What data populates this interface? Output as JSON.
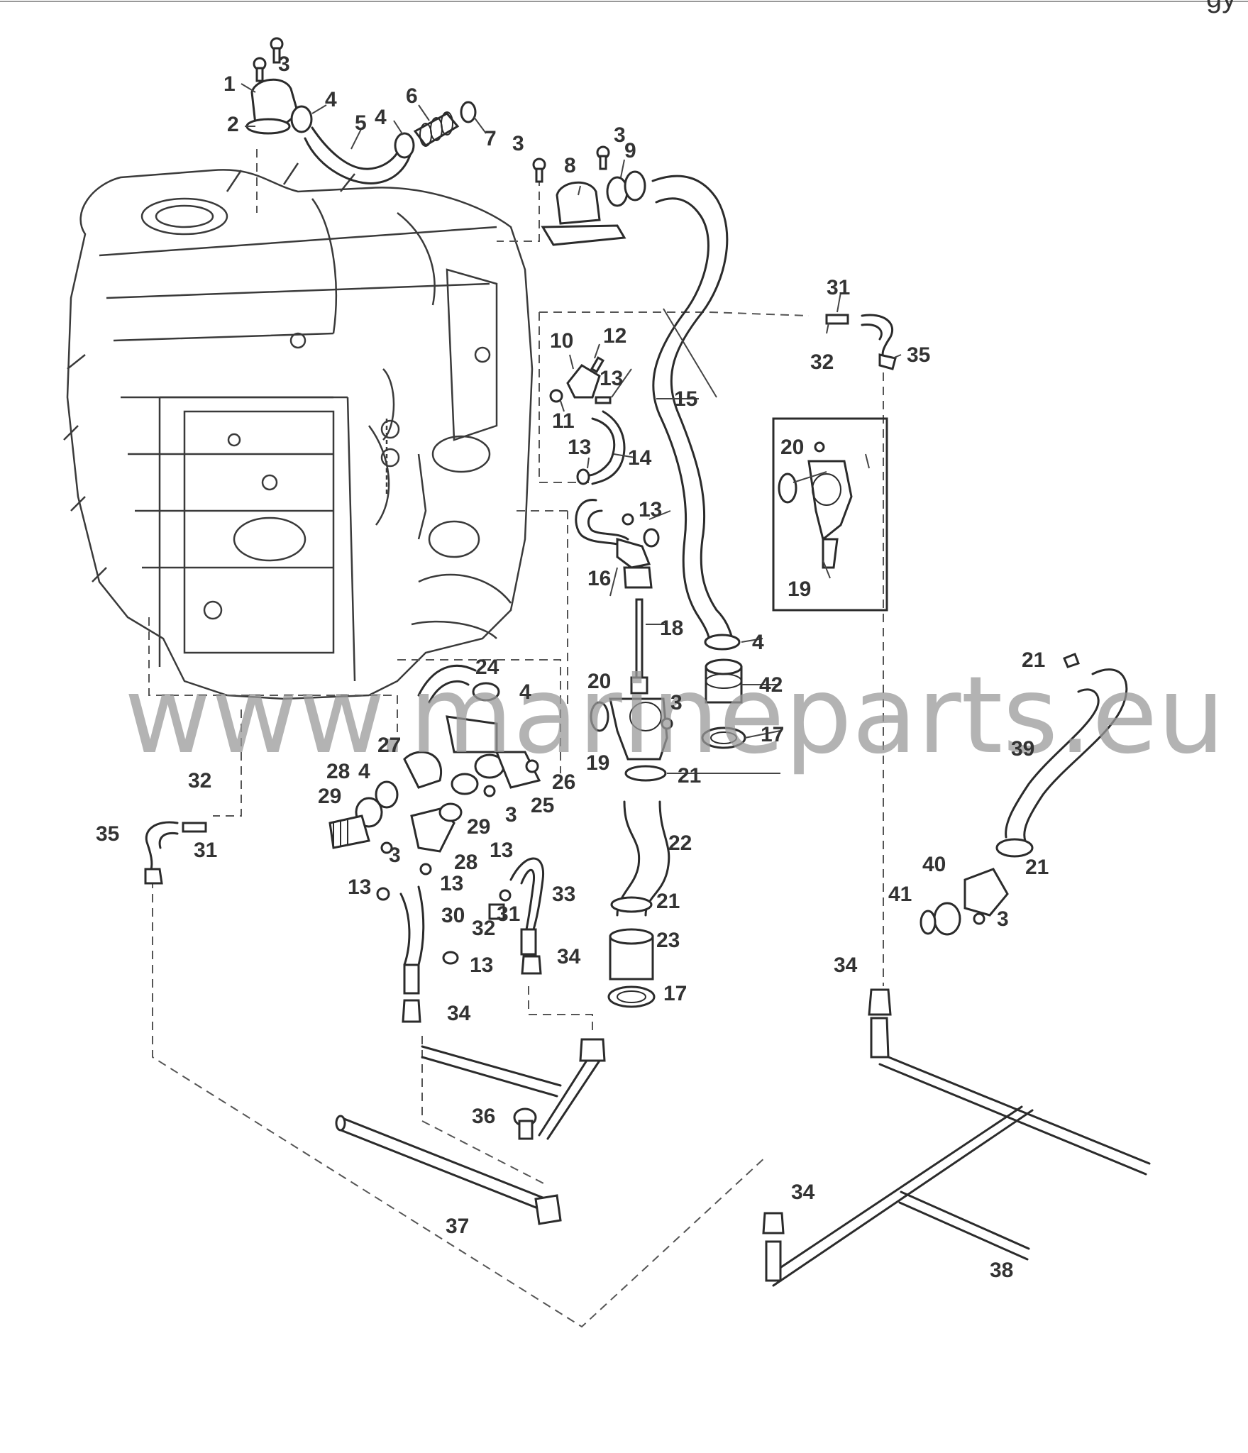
{
  "header_fragment": "gy",
  "watermark": "www.marineparts.eu",
  "callouts": [
    "1",
    "2",
    "3",
    "4",
    "5",
    "6",
    "7",
    "8",
    "9",
    "10",
    "11",
    "12",
    "13",
    "14",
    "15",
    "16",
    "17",
    "18",
    "19",
    "20",
    "21",
    "22",
    "23",
    "24",
    "25",
    "26",
    "27",
    "28",
    "29",
    "30",
    "31",
    "32",
    "33",
    "34",
    "35",
    "36",
    "37",
    "38",
    "39",
    "40",
    "41",
    "42"
  ],
  "colors": {
    "line": "#2b2b2b",
    "label": "#333333",
    "watermark": "#9a9a9a"
  }
}
